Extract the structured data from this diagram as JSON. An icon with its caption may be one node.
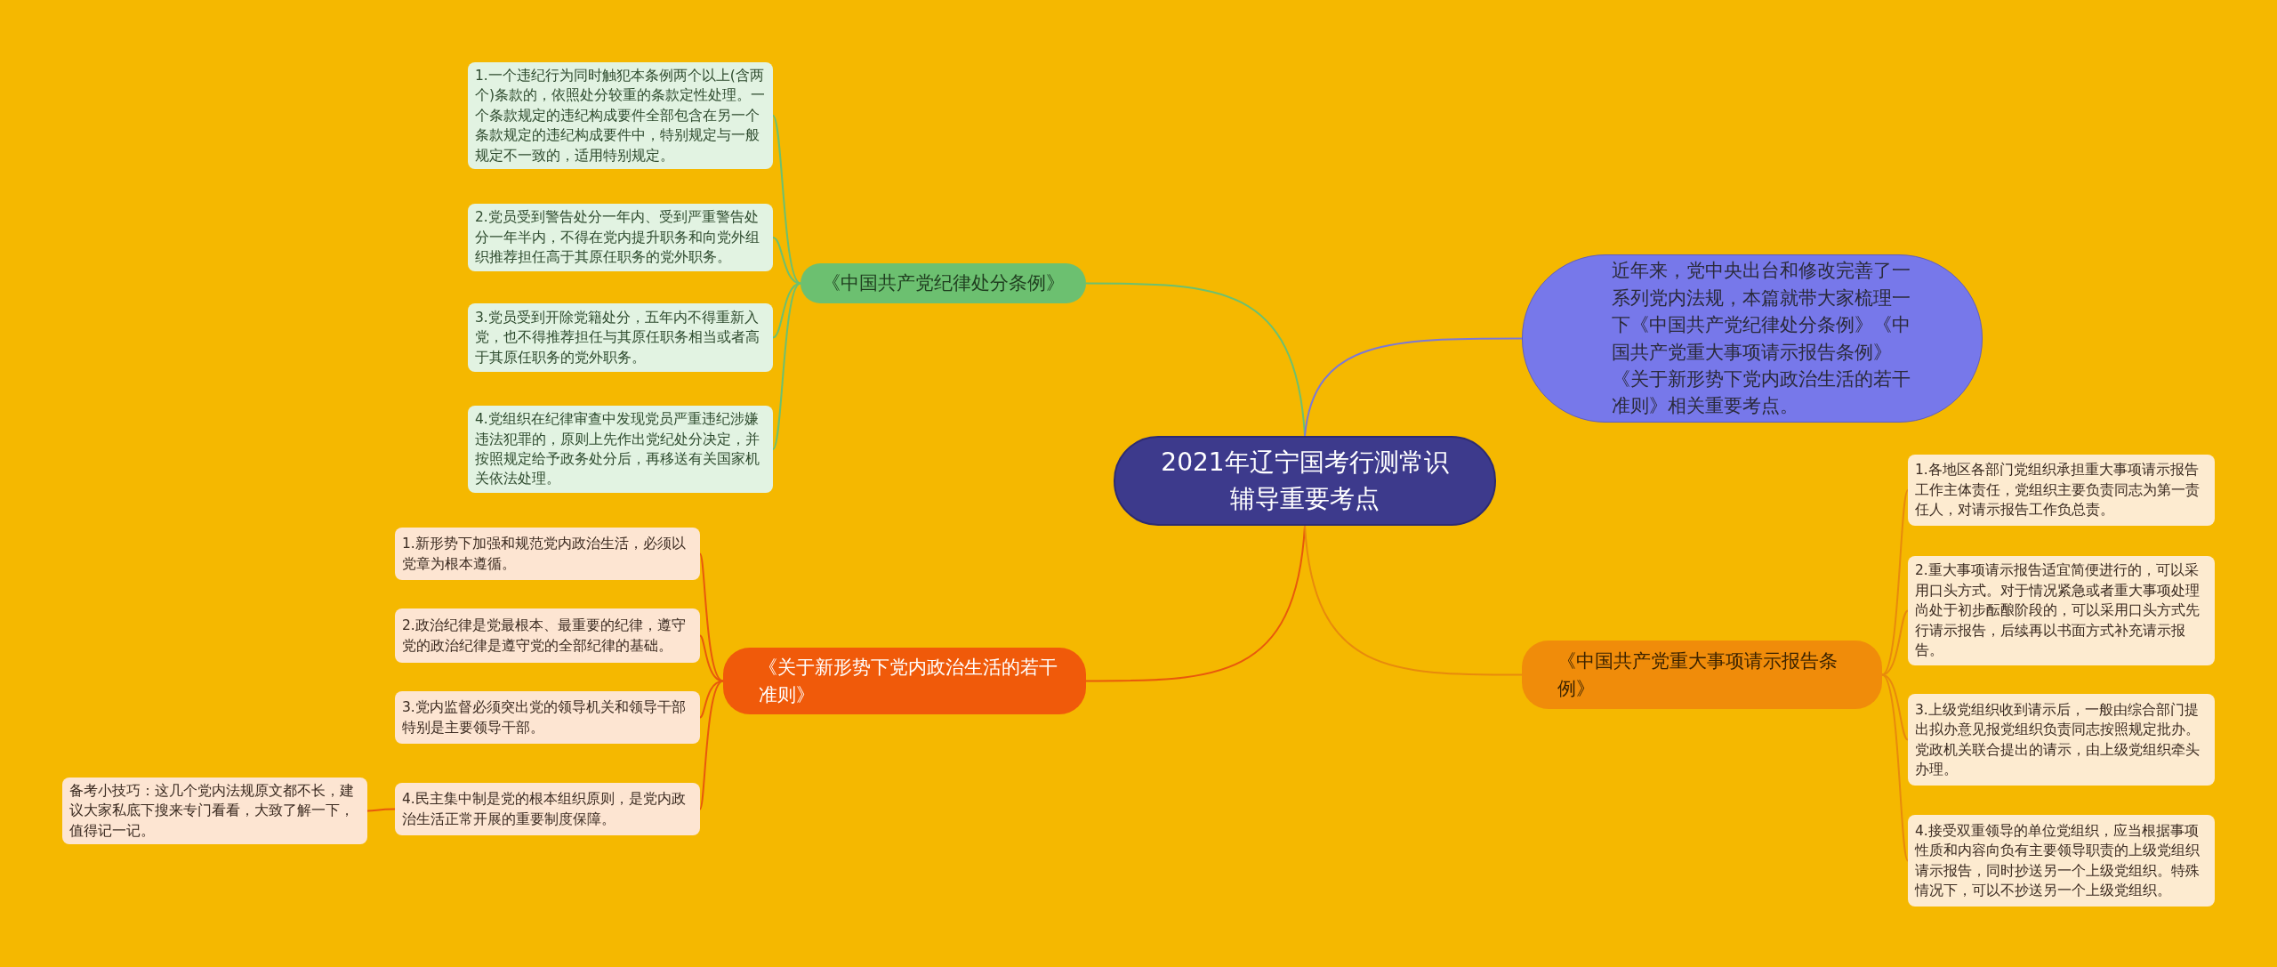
{
  "diagram": {
    "nodes": [
      {
        "text": [
          "2021年辽宁国考行测常识辅导重要考点"
        ]
      },
      {
        "text": [
          "《中国共产党纪律处分条例》"
        ]
      },
      {
        "text": [
          "1.一个违纪行为同时触犯本条例两个以上(含两个)条款的，依照处分较重的条款定性处理。一个条款规定的违纪构成要件全部包含在另一个条款规定的违纪构成要件中，特别规定与一般规定不一致的，适用特别规定。"
        ]
      },
      {
        "text": [
          "2.党员受到警告处分一年内、受到严重警告处分一年半内，不得在党内提升职务和向党外组织推荐担任高于其原任职务的党外职务。"
        ]
      },
      {
        "text": [
          "3.党员受到开除党籍处分，五年内不得重新入党，也不得推荐担任与其原任职务相当或者高于其原任职务的党外职务。"
        ]
      },
      {
        "text": [
          "4.党组织在纪律审查中发现党员严重违纪涉嫌违法犯罪的，原则上先作出党纪处分决定，并按照规定给予政务处分后，再移送有关国家机关依法处理。"
        ]
      },
      {
        "text": [
          "《关于新形势下党内政治生活的若干准则》"
        ]
      },
      {
        "text": [
          "1.新形势下加强和规范党内政治生活，必须以党章为根本遵循。"
        ]
      },
      {
        "text": [
          "2.政治纪律是党最根本、最重要的纪律，遵守党的政治纪律是遵守党的全部纪律的基础。"
        ]
      },
      {
        "text": [
          "3.党内监督必须突出党的领导机关和领导干部特别是主要领导干部。"
        ]
      },
      {
        "text": [
          "4.民主集中制是党的根本组织原则，是党内政治生活正常开展的重要制度保障。"
        ]
      },
      {
        "text": [
          "备考小技巧：这几个党内法规原文都不长，建议大家私底下搜来专门看看，大致了解一下，值得记一记。"
        ]
      },
      {
        "text": [
          "近年来，党中央出台和修改完善了一系列党内法规，本篇就带大家梳理一下《中国共产党纪律处分条例》《中国共产党重大事项请示报告条例》《关于新形势下党内政治生活的若干准则》相关重要考点。"
        ]
      },
      {
        "text": [
          "《中国共产党重大事项请示报告条例》"
        ]
      },
      {
        "text": [
          "1.各地区各部门党组织承担重大事项请示报告工作主体责任，党组织主要负责同志为第一责任人，对请示报告工作负总责。"
        ]
      },
      {
        "text": [
          "2.重大事项请示报告适宜简便进行的，可以采用口头方式。对于情况紧急或者重大事项处理尚处于初步酝酿阶段的，可以采用口头方式先行请示报告，后续再以书面方式补充请示报告。"
        ]
      },
      {
        "text": [
          "3.上级党组织收到请示后，一般由综合部门提出拟办意见报党组织负责同志按照规定批办。党政机关联合提出的请示，由上级党组织牵头办理。"
        ]
      },
      {
        "text": [
          "4.接受双重领导的单位党组织，应当根据事项性质和内容向负有主要领导职责的上级党组织请示报告，同时抄送另一个上级党组织。特殊情况下，可以不抄送另一个上级党组织。"
        ]
      }
    ],
    "edges": [
      {
        "from": 0,
        "to": 1,
        "arrow": "none",
        "color": "#6cc070"
      },
      {
        "from": 1,
        "to": 2,
        "arrow": "none",
        "color": "#6cc070"
      },
      {
        "from": 1,
        "to": 3,
        "arrow": "none",
        "color": "#6cc070"
      },
      {
        "from": 1,
        "to": 4,
        "arrow": "none",
        "color": "#6cc070"
      },
      {
        "from": 1,
        "to": 5,
        "arrow": "none",
        "color": "#6cc070"
      },
      {
        "from": 0,
        "to": 6,
        "arrow": "none",
        "color": "#e8590c"
      },
      {
        "from": 6,
        "to": 7,
        "arrow": "none",
        "color": "#e8590c"
      },
      {
        "from": 6,
        "to": 8,
        "arrow": "none",
        "color": "#e8590c"
      },
      {
        "from": 6,
        "to": 9,
        "arrow": "none",
        "color": "#e8590c"
      },
      {
        "from": 6,
        "to": 10,
        "arrow": "none",
        "color": "#e8590c"
      },
      {
        "from": 10,
        "to": 11,
        "arrow": "none",
        "color": "#e8590c"
      },
      {
        "from": 0,
        "to": 12,
        "arrow": "none",
        "color": "#7b78d6"
      },
      {
        "from": 0,
        "to": 13,
        "arrow": "none",
        "color": "#e88a0c"
      },
      {
        "from": 13,
        "to": 14,
        "arrow": "none",
        "color": "#e88a0c"
      },
      {
        "from": 13,
        "to": 15,
        "arrow": "none",
        "color": "#e88a0c"
      },
      {
        "from": 13,
        "to": 16,
        "arrow": "none",
        "color": "#e88a0c"
      },
      {
        "from": 13,
        "to": 17,
        "arrow": "none",
        "color": "#e88a0c"
      }
    ]
  }
}
